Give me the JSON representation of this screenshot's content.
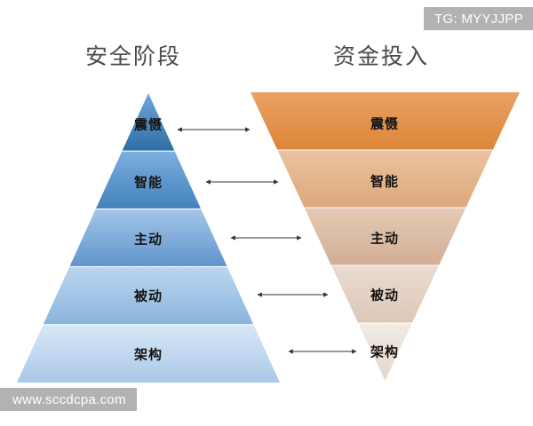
{
  "watermarks": {
    "top": "TG: MYYJJPP",
    "bottom": "www.sccdcpa.com"
  },
  "titles": {
    "left": "安全阶段",
    "right": "资金投入"
  },
  "colors": {
    "watermark_bg": "#b2b2b2",
    "watermark_text": "#ffffff",
    "title_text": "#4a4a4a",
    "arrow": "#3a3a3a",
    "blue_top": "#4a86c5",
    "blue_bottom": "#cfe0f2",
    "orange_top": "#e08a45",
    "orange_bottom": "#eee6df"
  },
  "left_pyramid": {
    "name": "安全阶段",
    "orientation": "upright",
    "levels": [
      {
        "label": "震慑",
        "fill_start": "#5b9bd5",
        "fill_end": "#2f6ea5"
      },
      {
        "label": "智能",
        "fill_start": "#6ca6dd",
        "fill_end": "#3d7db8"
      },
      {
        "label": "主动",
        "fill_start": "#9dc3e6",
        "fill_end": "#5b93cc"
      },
      {
        "label": "被动",
        "fill_start": "#b8d3ee",
        "fill_end": "#86b2dd"
      },
      {
        "label": "架构",
        "fill_start": "#d6e5f5",
        "fill_end": "#a8c8e8"
      }
    ]
  },
  "right_pyramid": {
    "name": "资金投入",
    "orientation": "inverted",
    "levels": [
      {
        "label": "震慑",
        "fill_start": "#e89css",
        "fill_end": "#df8b42"
      },
      {
        "label": "智能",
        "fill_start": "#e9bf9a",
        "fill_end": "#dda879"
      },
      {
        "label": "主动",
        "fill_start": "#e2c7b3",
        "fill_end": "#d4b198"
      },
      {
        "label": "被动",
        "fill_start": "#e6d6c9",
        "fill_end": "#d9c4b4"
      },
      {
        "label": "架构",
        "fill_start": "#efe8e1",
        "fill_end": "#e2d6cb"
      }
    ]
  },
  "connectors": [
    {
      "from": "震慑",
      "to": "震慑",
      "style": "double-arrow"
    },
    {
      "from": "智能",
      "to": "智能",
      "style": "double-arrow"
    },
    {
      "from": "主动",
      "to": "主动",
      "style": "double-arrow"
    },
    {
      "from": "被动",
      "to": "被动",
      "style": "double-arrow"
    },
    {
      "from": "架构",
      "to": "架构",
      "style": "double-arrow"
    }
  ]
}
